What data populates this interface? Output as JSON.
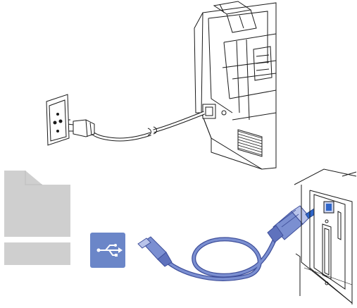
{
  "figure": {
    "panels": [
      {
        "id": "power",
        "content": [
          "printer-rear-view",
          "power-cord",
          "wall-outlet"
        ]
      },
      {
        "id": "usb",
        "content": [
          "computer-placeholder",
          "usb-symbol",
          "usb-cable",
          "printer-usb-port",
          "insert-arrow"
        ]
      }
    ],
    "icon": "usb-trident-icon",
    "colors": {
      "line": "#1a1a1a",
      "computer_gray": "#cfcfcf",
      "usb_icon_bg": "#6b86c8",
      "cable_blue": "#7b8fd1",
      "cable_blue_dark": "#3f4f9a",
      "arrow_blue": "#2f66c9"
    }
  }
}
